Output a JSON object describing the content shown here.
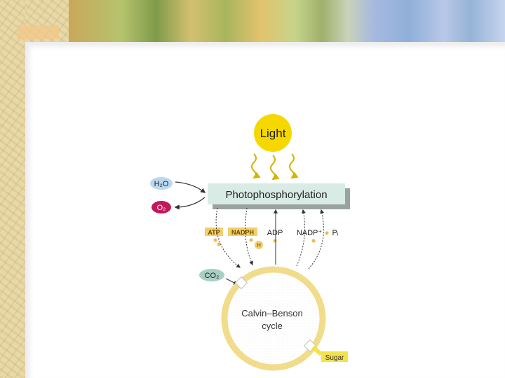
{
  "diagram": {
    "light": "Light",
    "process": "Photophosphorylation",
    "inputs": {
      "h2o": "H₂O",
      "o2": "O₂",
      "co2": "CO₂"
    },
    "intermediates": {
      "atp": "ATP",
      "nadph": "NADPH",
      "adp": "ADP",
      "nadp": "NADP⁺",
      "pi": "Pᵢ",
      "h": "H"
    },
    "cycle": {
      "line1": "Calvin–Benson",
      "line2": "cycle"
    },
    "output": "Sugar"
  },
  "colors": {
    "light_yellow": "#f6d800",
    "o2_badge": "#c2185b",
    "co2_badge": "#a9cfc4",
    "cycle_ring": "#f0dc8a",
    "sugar_badge": "#f4e24a",
    "process_box": "#d8ebe4"
  }
}
